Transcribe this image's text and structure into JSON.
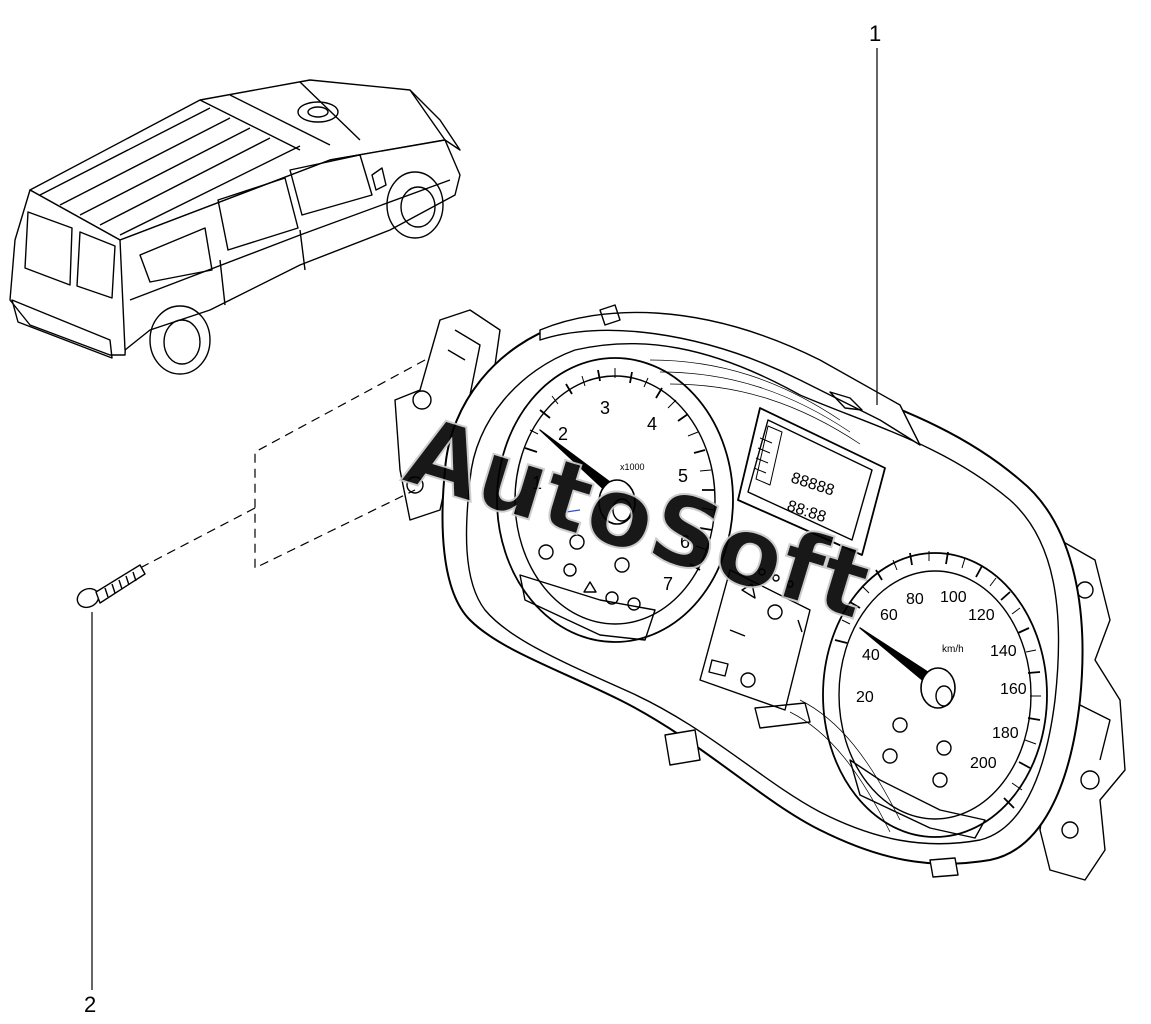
{
  "callouts": [
    {
      "number": "1"
    },
    {
      "number": "2"
    }
  ],
  "watermark": "AutoSoft",
  "tachometer": {
    "ticks": [
      "1",
      "2",
      "3",
      "4",
      "5",
      "6",
      "7"
    ],
    "unit": "x1000"
  },
  "speedometer": {
    "ticks": [
      "20",
      "40",
      "60",
      "80",
      "100",
      "120",
      "140",
      "160",
      "180",
      "200"
    ],
    "unit": "km/h"
  },
  "lcd": {
    "top": "88888",
    "bottom": "88:88"
  },
  "colors": {
    "line": "#000000",
    "background": "#ffffff",
    "watermark": "#c8c8c8",
    "needle_mark": "#3050c8"
  }
}
